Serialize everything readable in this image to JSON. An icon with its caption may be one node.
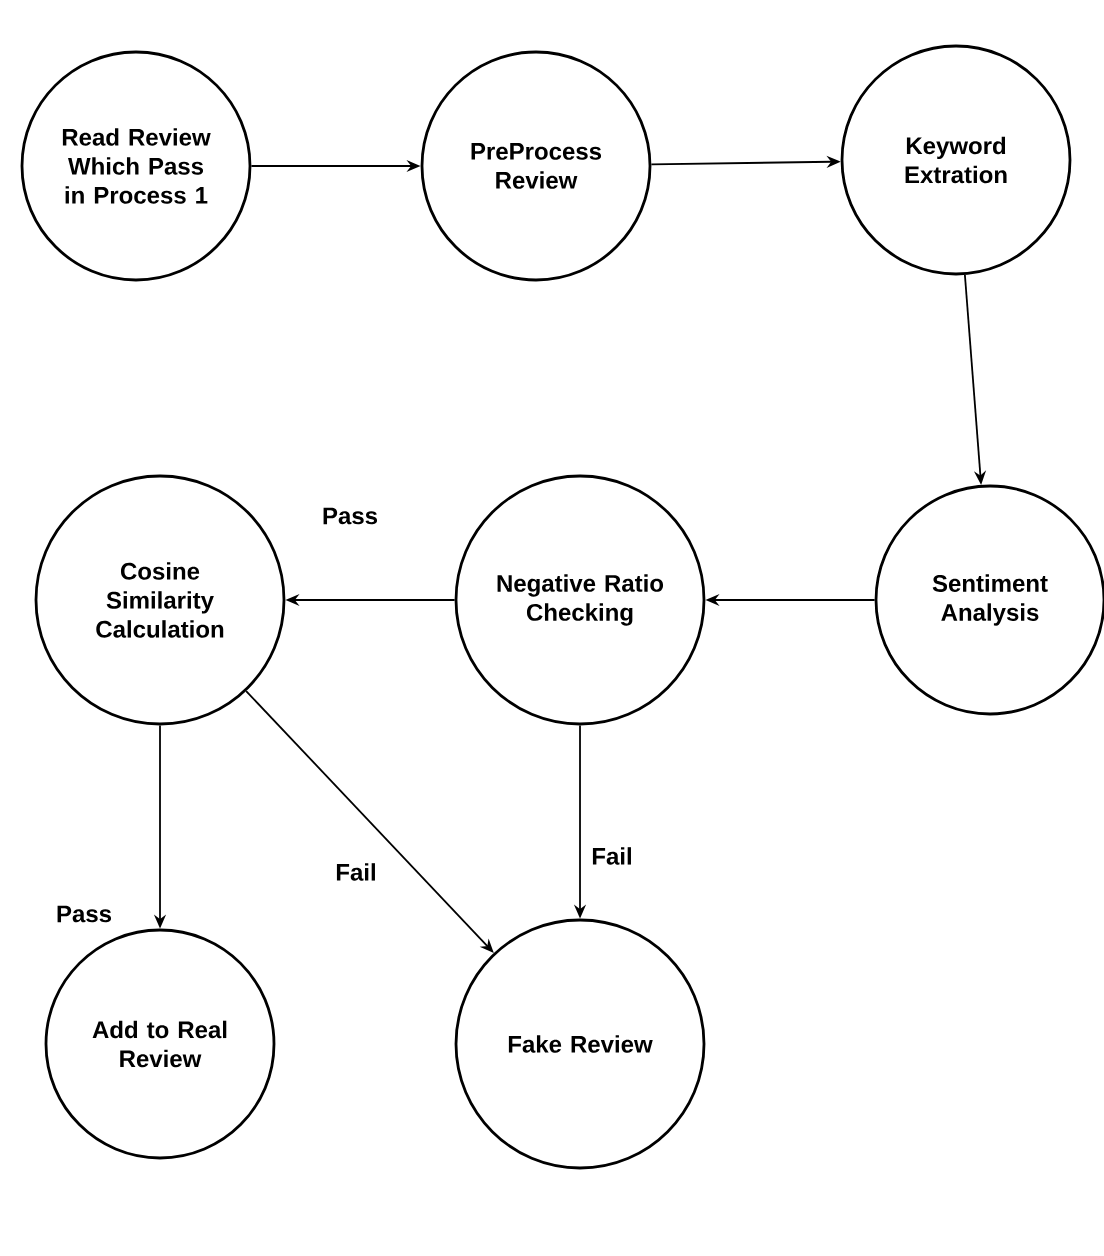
{
  "diagram": {
    "nodes": [
      {
        "text": [
          "Read Review Which Pass in Process 1"
        ]
      },
      {
        "text": [
          "PreProcess Review"
        ]
      },
      {
        "text": [
          "Keyword Extration"
        ]
      },
      {
        "text": [
          "Sentiment Analysis"
        ]
      },
      {
        "text": [
          "Negative Ratio Checking"
        ]
      },
      {
        "text": [
          "Cosine Similarity Calculation"
        ]
      },
      {
        "text": [
          "Fake Review"
        ]
      },
      {
        "text": [
          "Add to Real Review"
        ]
      }
    ],
    "edges": [
      {
        "from": 0,
        "to": 1,
        "arrow": "to"
      },
      {
        "from": 1,
        "to": 2,
        "arrow": "to"
      },
      {
        "from": 2,
        "to": 3,
        "arrow": "to"
      },
      {
        "from": 3,
        "to": 4,
        "arrow": "to"
      },
      {
        "from": 4,
        "to": 5,
        "arrow": "to",
        "label": "Pass"
      },
      {
        "from": 4,
        "to": 6,
        "arrow": "to",
        "label": "Fail"
      },
      {
        "from": 5,
        "to": 6,
        "arrow": "to",
        "label": "Fail"
      },
      {
        "from": 5,
        "to": 7,
        "arrow": "to",
        "label": "Pass"
      }
    ]
  }
}
